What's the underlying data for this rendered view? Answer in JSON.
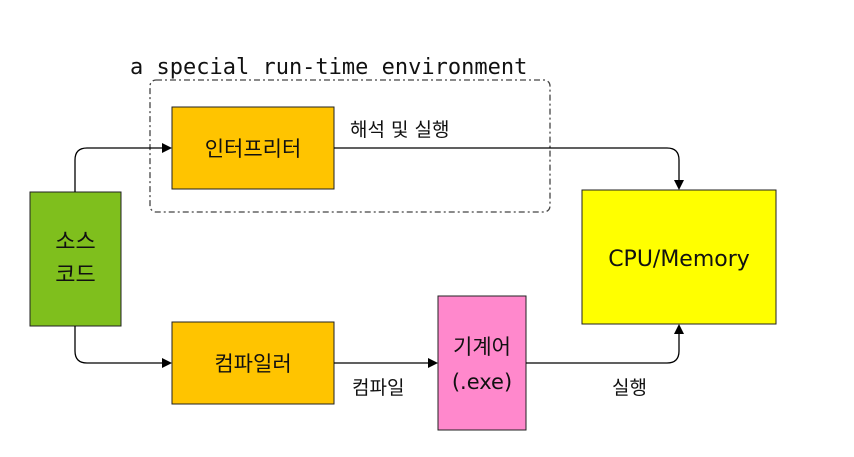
{
  "environment": {
    "label": "a special run-time environment"
  },
  "nodes": {
    "source": {
      "line1": "소스",
      "line2": "코드",
      "fill": "#7fbf1d"
    },
    "interpreter": {
      "label": "인터프리터",
      "fill": "#ffc400"
    },
    "compiler": {
      "label": "컴파일러",
      "fill": "#ffc400"
    },
    "machine": {
      "line1": "기계어",
      "line2": "(.exe)",
      "fill": "#ff88cc"
    },
    "cpu": {
      "label": "CPU/Memory",
      "fill": "#ffff00"
    }
  },
  "edges": {
    "interpret_execute": "해석 및 실행",
    "compile": "컴파일",
    "execute": "실행"
  }
}
